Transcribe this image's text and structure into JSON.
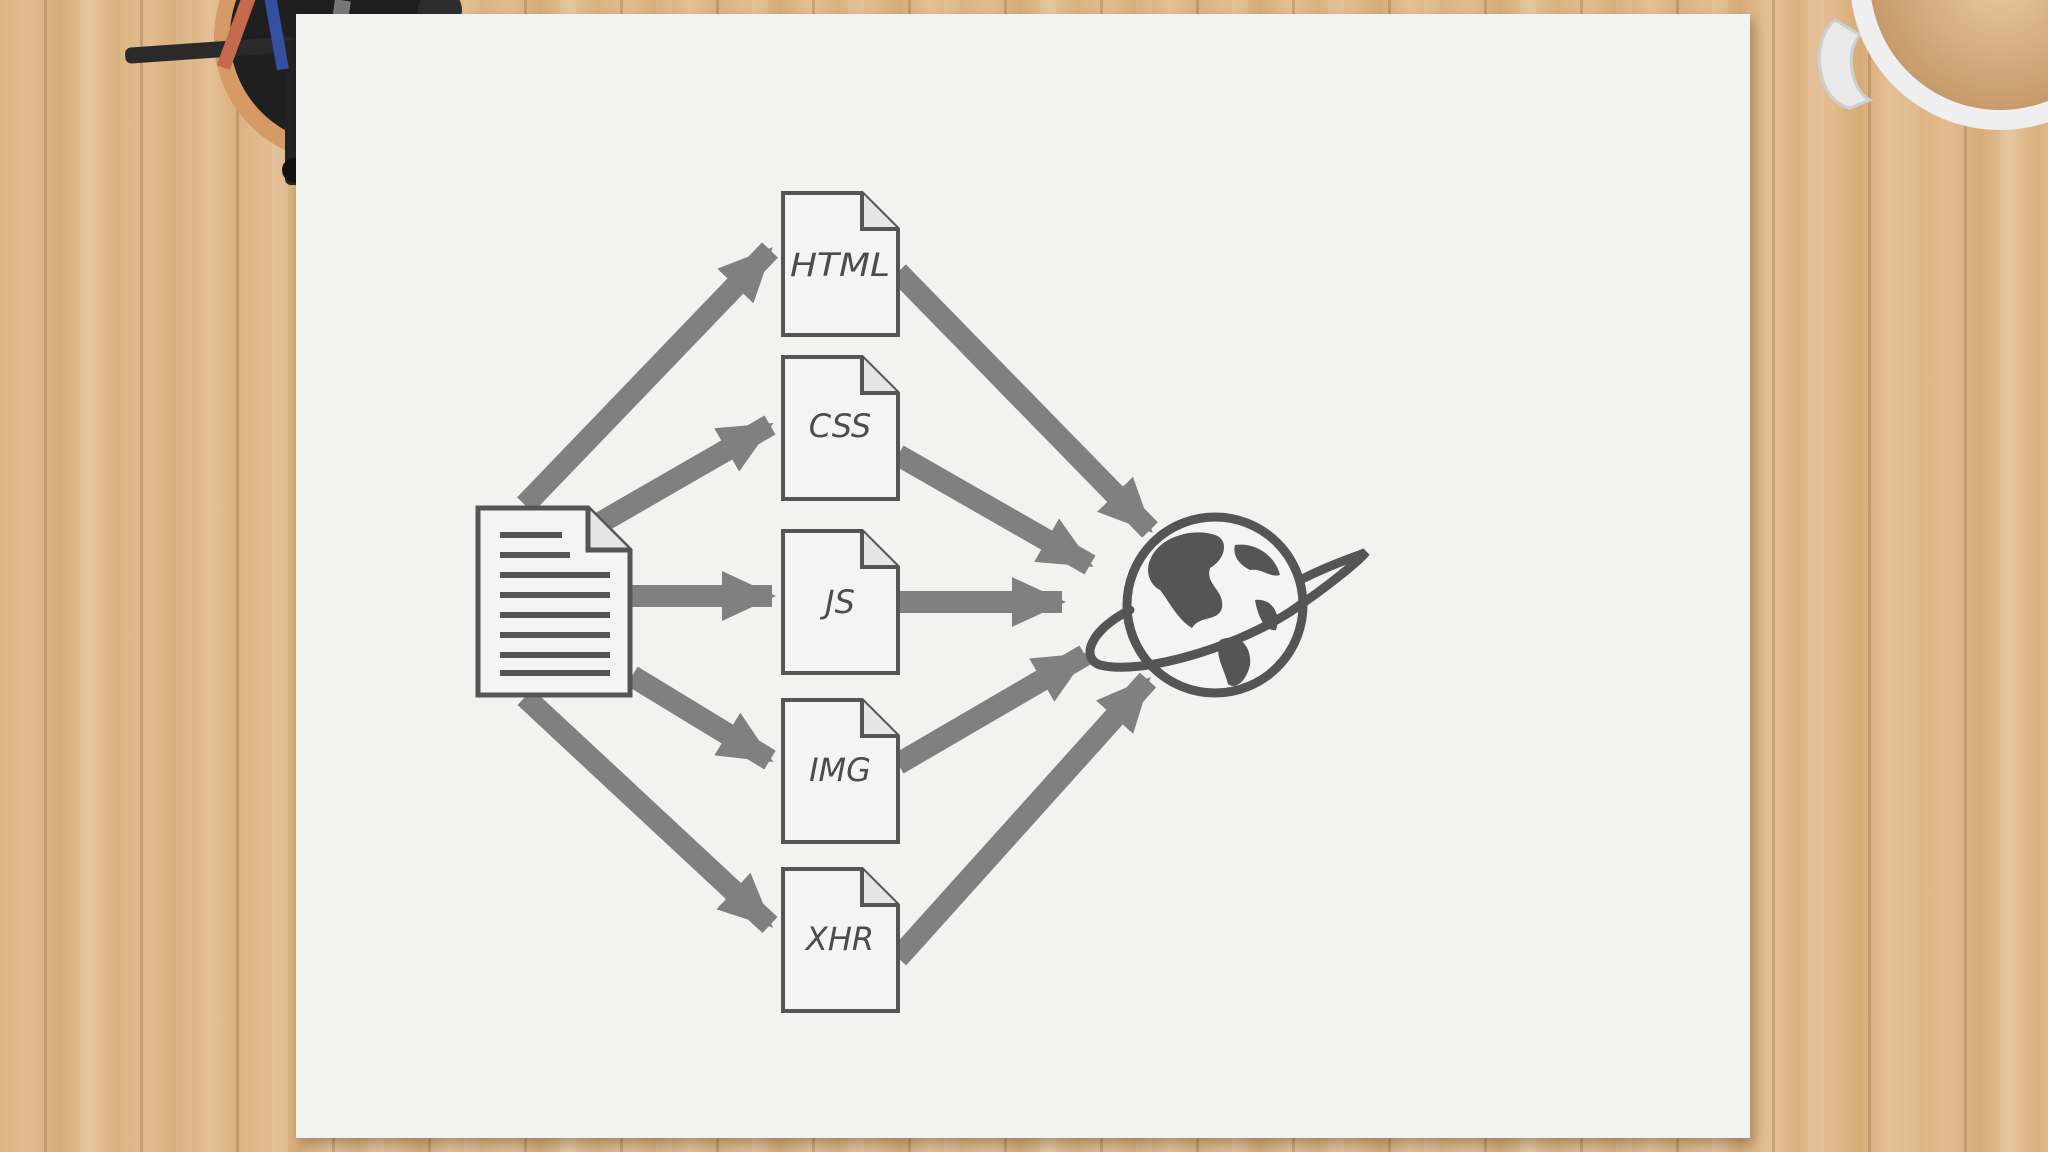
{
  "diagram": {
    "files": [
      {
        "label": "HTML"
      },
      {
        "label": "CSS"
      },
      {
        "label": "JS"
      },
      {
        "label": "IMG"
      },
      {
        "label": "XHR"
      }
    ]
  },
  "colors": {
    "arrow": "#808080",
    "outline": "#555555",
    "globe": "#555555",
    "paper": "#f2f2f0",
    "wood": "#ddb381"
  },
  "icons": {
    "source": "document-icon",
    "destination": "globe-icon",
    "desk_items": [
      "pen-cup-icon",
      "coffee-mug-icon"
    ]
  }
}
